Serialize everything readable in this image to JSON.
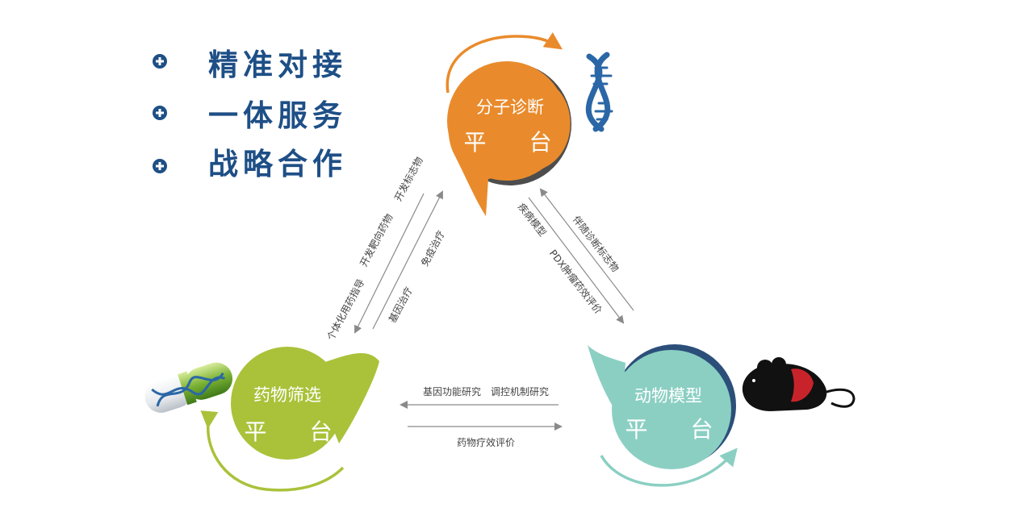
{
  "slogans": [
    "精准对接",
    "一体服务",
    "战略合作"
  ],
  "platforms": {
    "molecular": {
      "title": "分子诊断",
      "sub": "平 台",
      "color": "#e98b2c",
      "accent": "#3c3c3c"
    },
    "screening": {
      "title": "药物筛选",
      "sub": "平 台",
      "color": "#a9c23a",
      "accent": "#e8efc9"
    },
    "animal": {
      "title": "动物模型",
      "sub": "平 台",
      "color": "#8bcfc3",
      "accent": "#2c4f7a"
    }
  },
  "relations": {
    "left_outer_1": "开发标志物",
    "left_outer_2": "开发靶向药物",
    "left_outer_3": "个体化用药指导",
    "left_inner_1": "免疫治疗",
    "left_inner_2": "基因治疗",
    "right_outer": "伴随诊断标志物",
    "right_inner_1": "疾病模型",
    "right_inner_2": "PDX肿瘤药效评价",
    "bottom_top": "基因功能研究　调控机制研究",
    "bottom_bottom": "药物疗效评价"
  },
  "colors": {
    "slogan": "#1e4f86",
    "dna": "#2b67a6",
    "mouse": "#111111",
    "mouse_marker": "#c8232b",
    "arrow": "#8a8a8a"
  },
  "icons": [
    "plus-circle-icon",
    "dna-icon",
    "capsule-icon",
    "mouse-icon",
    "cycle-arrow-icon"
  ]
}
